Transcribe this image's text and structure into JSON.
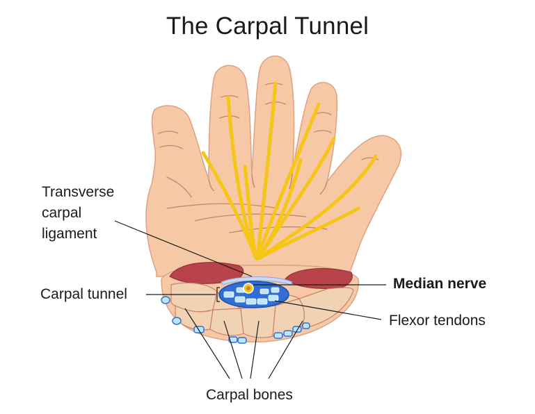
{
  "title": "The Carpal Tunnel",
  "labels": {
    "transverse_ligament": [
      "Transverse",
      "carpal",
      "ligament"
    ],
    "carpal_tunnel": "Carpal tunnel",
    "median_nerve": "Median nerve",
    "flexor_tendons": "Flexor tendons",
    "carpal_bones": "Carpal bones"
  },
  "colors": {
    "skin": "#f6c8a6",
    "skin_outline": "#dba283",
    "skin_crease": "#c9826a",
    "nerve": "#f5c518",
    "muscle": "#b8434a",
    "bone": "#f1d3b4",
    "tunnel_blue": "#2f6fd6",
    "tendon_light": "#bfe6fb",
    "leader_line": "#1a1a1a"
  }
}
